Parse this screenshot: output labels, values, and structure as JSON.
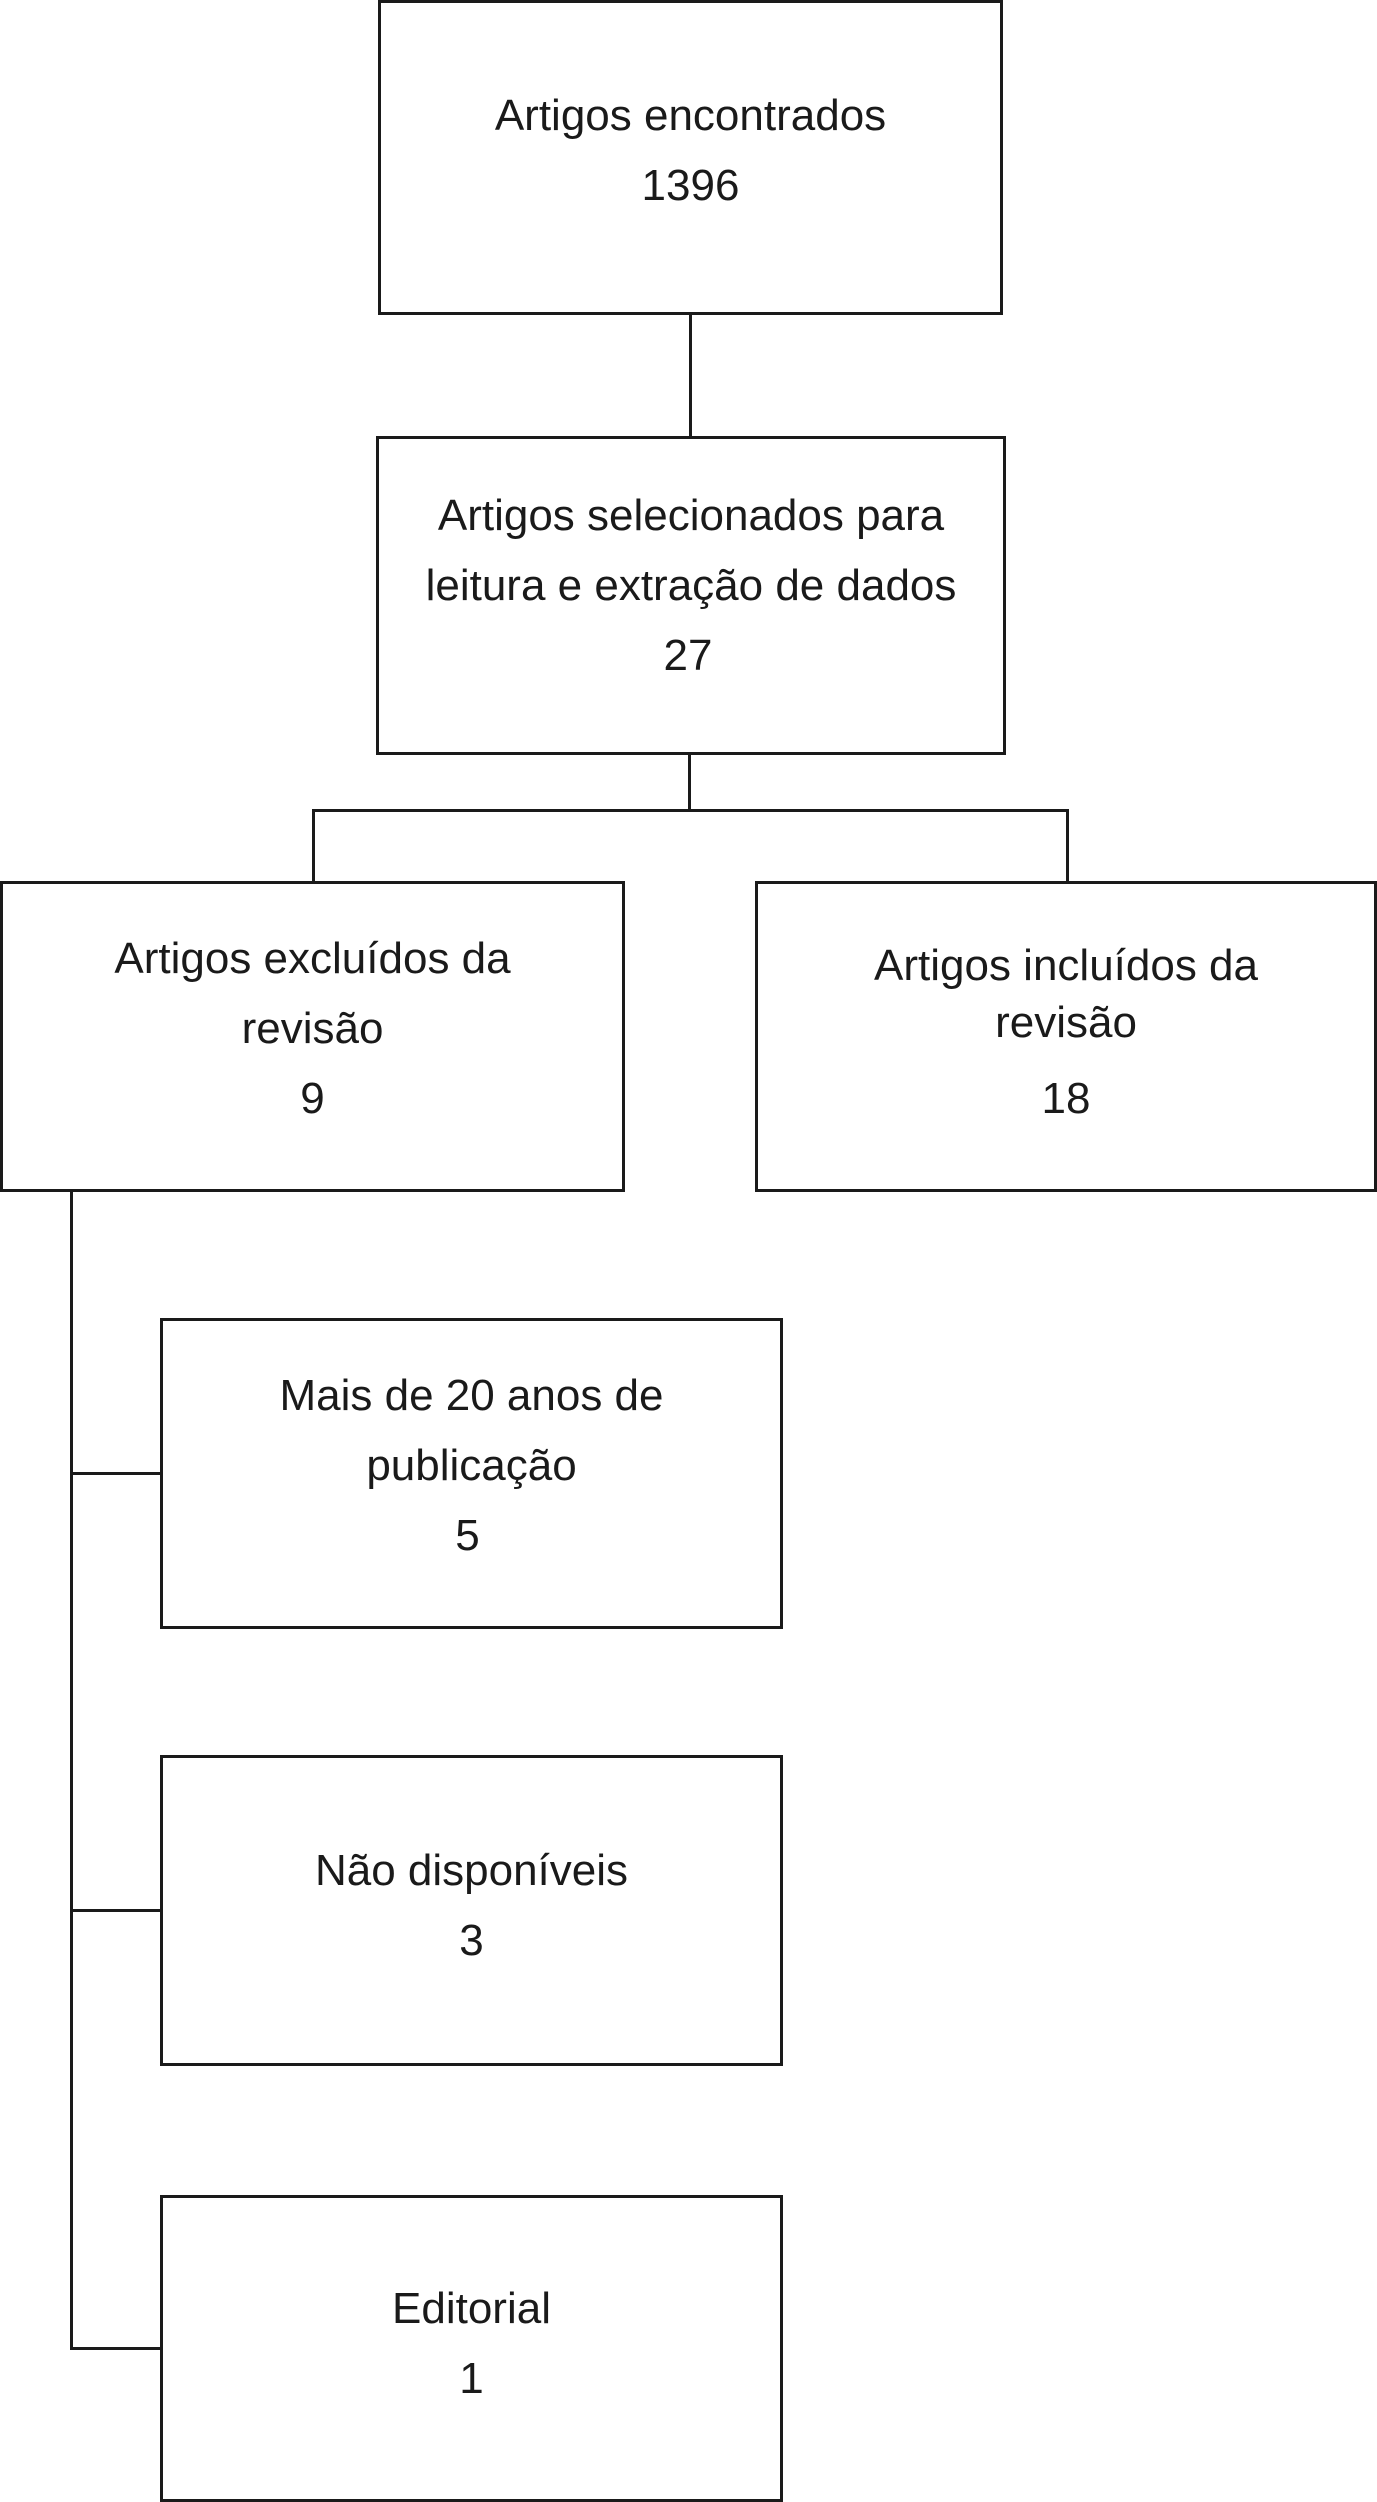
{
  "diagram": {
    "found": {
      "label": "Artigos encontrados",
      "count": "1396"
    },
    "selected": {
      "label_line1": "Artigos selecionados para",
      "label_line2": "leitura e extração de dados",
      "count": "27"
    },
    "excluded": {
      "label_line1": "Artigos excluídos da",
      "label_line2": "revisão",
      "count": "9"
    },
    "included": {
      "label_line1": "Artigos incluídos da",
      "label_line2": "revisão",
      "count": "18"
    },
    "exclusion_reasons": [
      {
        "label_line1": "Mais de 20 anos de",
        "label_line2": "publicação",
        "count": "5"
      },
      {
        "label_line1": "Não disponíveis",
        "count": "3"
      },
      {
        "label_line1": "Editorial",
        "count": "1"
      }
    ]
  }
}
